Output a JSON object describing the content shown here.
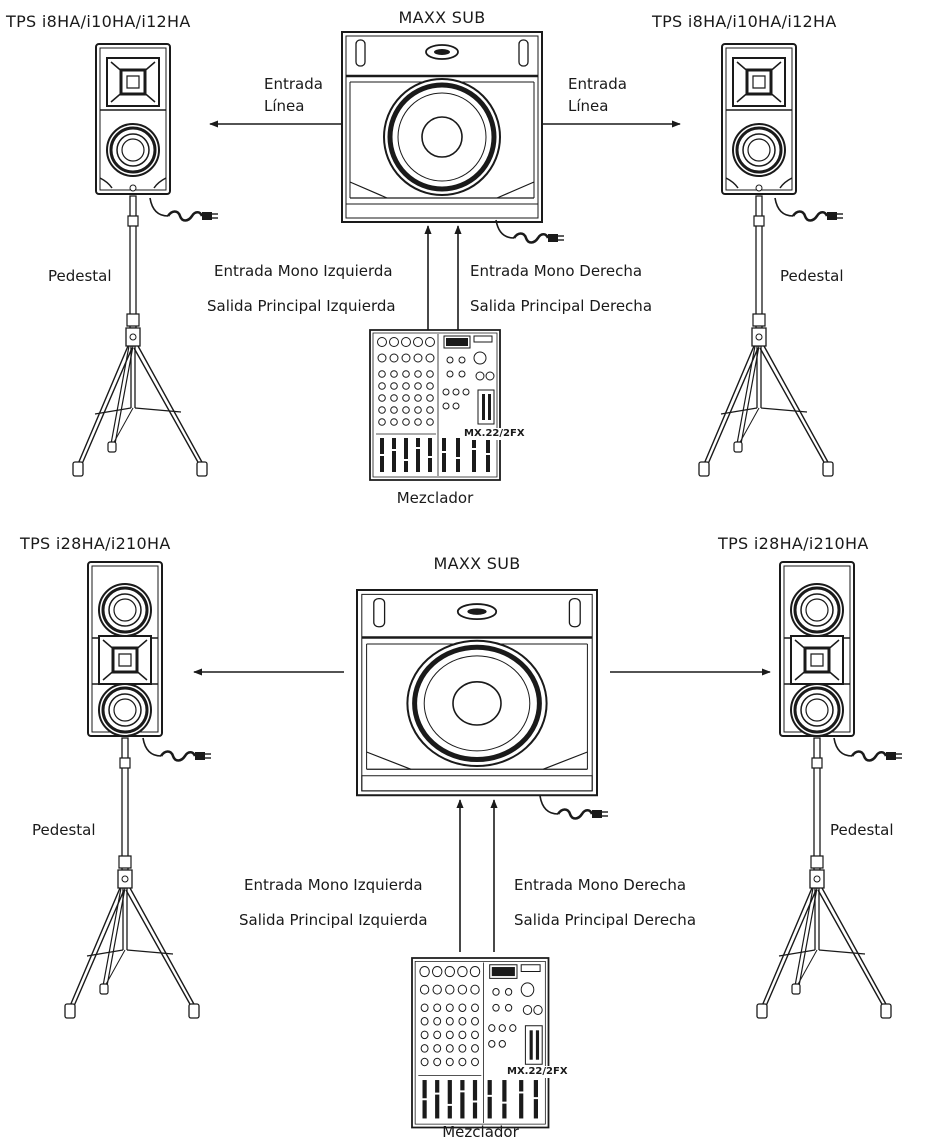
{
  "top": {
    "left_speaker_title": "TPS i8HA/i10HA/i12HA",
    "right_speaker_title": "TPS i8HA/i10HA/i12HA",
    "sub_title": "MAXX SUB",
    "left_line_input": [
      "Entrada",
      "Línea"
    ],
    "right_line_input": [
      "Entrada",
      "Línea"
    ],
    "left_mono_input": "Entrada Mono Izquierda",
    "left_main_output": "Salida Principal Izquierda",
    "right_mono_input": "Entrada Mono Derecha",
    "right_main_output": "Salida Principal Derecha",
    "left_stand": "Pedestal",
    "right_stand": "Pedestal",
    "mixer": "Mezclador",
    "mixer_model": "MX.22/2FX"
  },
  "bottom": {
    "left_speaker_title": "TPS i28HA/i210HA",
    "right_speaker_title": "TPS i28HA/i210HA",
    "sub_title": "MAXX SUB",
    "left_mono_input": "Entrada Mono Izquierda",
    "left_main_output": "Salida Principal Izquierda",
    "right_mono_input": "Entrada Mono Derecha",
    "right_main_output": "Salida Principal Derecha",
    "left_stand": "Pedestal",
    "right_stand": "Pedestal",
    "mixer": "Mezclador",
    "mixer_model": "MX.22/2FX"
  }
}
